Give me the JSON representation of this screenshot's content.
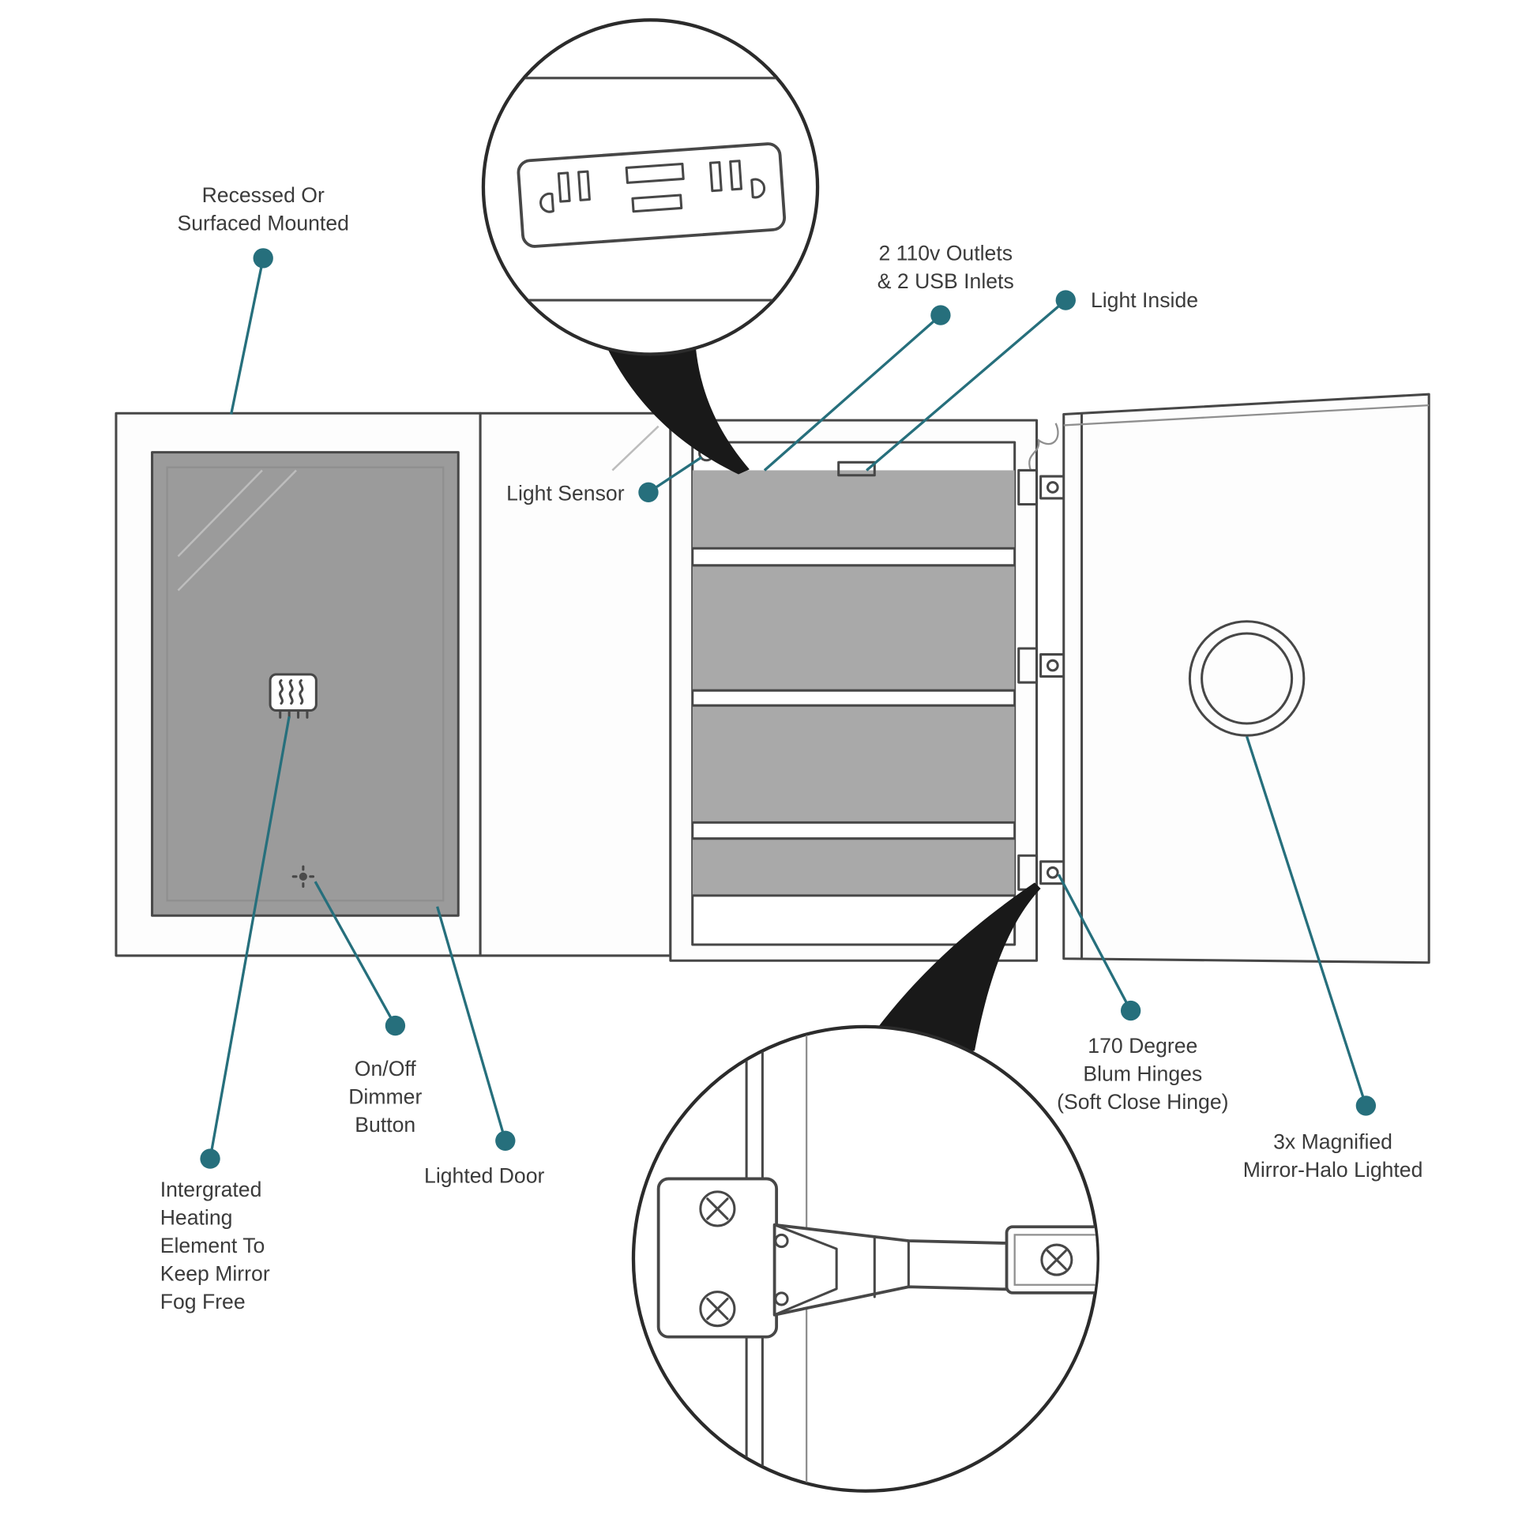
{
  "colors": {
    "accent": "#266f7c",
    "line": "#474747",
    "shelf": "#a9a9a9",
    "frame": "#9b9b9b"
  },
  "labels": {
    "recessed_mount": "Recessed Or\nSurfaced Mounted",
    "outlets": "2 110v Outlets\n& 2 USB Inlets",
    "light_inside": "Light Inside",
    "light_sensor": "Light Sensor",
    "dimmer_button": "On/Off\nDimmer\nButton",
    "lighted_door": "Lighted Door",
    "heating_element": "Intergrated\nHeating\nElement To\nKeep Mirror\nFog Free",
    "blum_hinges": "170 Degree\nBlum Hinges\n(Soft Close Hinge)",
    "magnified_mirror": "3x Magnified\nMirror-Halo Lighted"
  }
}
